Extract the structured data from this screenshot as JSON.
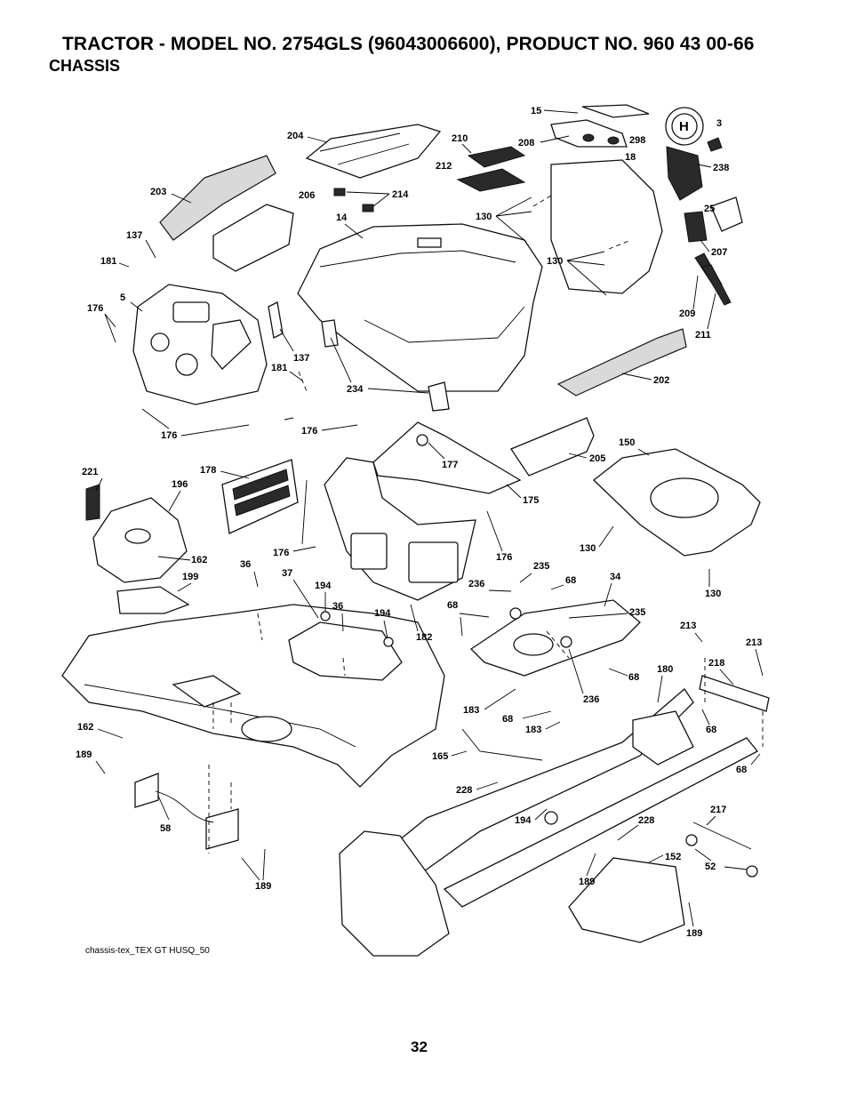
{
  "header": {
    "title": "TRACTOR - MODEL NO. 2754GLS (96043006600), PRODUCT NO. 960 43 00-66",
    "subtitle": "CHASSIS"
  },
  "diagram": {
    "logo_letter": "H",
    "callouts": [
      "15",
      "3",
      "204",
      "210",
      "208",
      "298",
      "18",
      "238",
      "212",
      "206",
      "214",
      "203",
      "130",
      "25",
      "14",
      "137",
      "207",
      "181",
      "130",
      "5",
      "176",
      "209",
      "211",
      "137",
      "181",
      "234",
      "202",
      "176",
      "176",
      "177",
      "150",
      "221",
      "178",
      "196",
      "205",
      "175",
      "176",
      "176",
      "130",
      "130",
      "162",
      "235",
      "36",
      "37",
      "68",
      "34",
      "199",
      "194",
      "236",
      "36",
      "194",
      "68",
      "235",
      "182",
      "213",
      "213",
      "218",
      "180",
      "68",
      "183",
      "236",
      "68",
      "162",
      "183",
      "68",
      "189",
      "165",
      "68",
      "228",
      "217",
      "194",
      "228",
      "58",
      "152",
      "189",
      "52",
      "189",
      "189"
    ]
  },
  "footer": {
    "caption": "chassis-tex_TEX GT HUSQ_50",
    "page_number": "32"
  }
}
